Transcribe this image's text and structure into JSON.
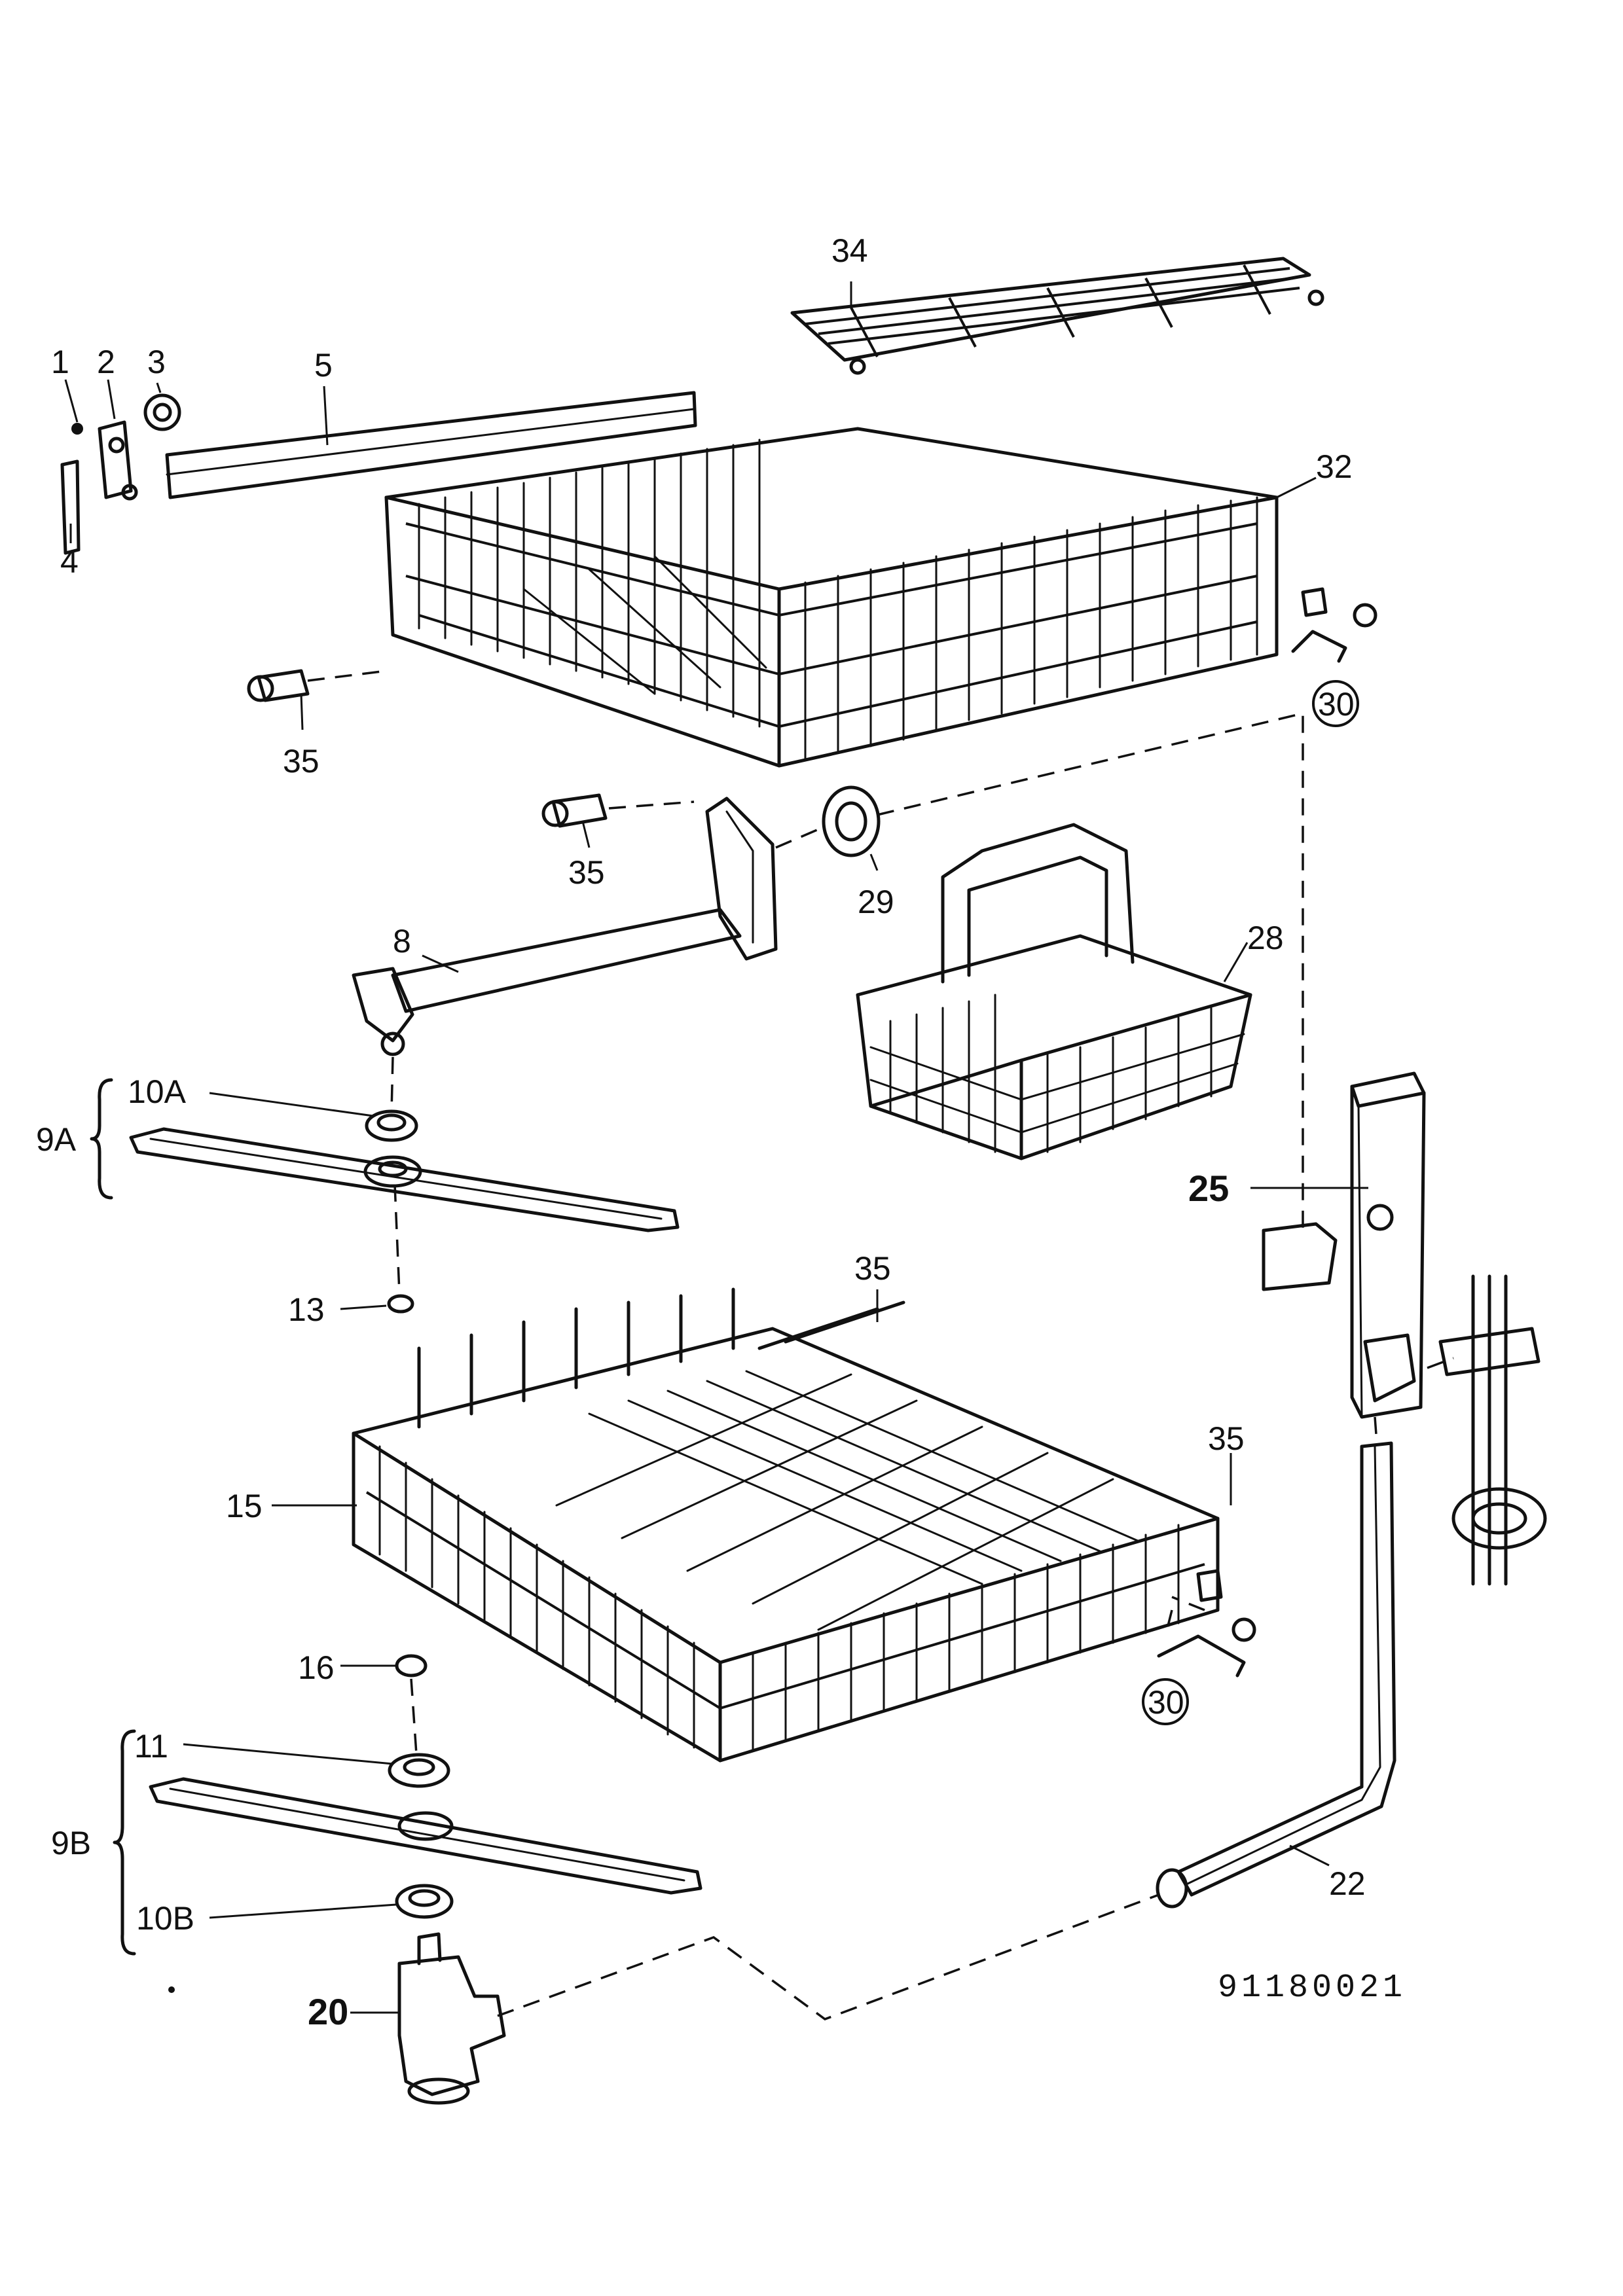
{
  "drawing_code": "91180021",
  "labels": {
    "p1": "1",
    "p2": "2",
    "p3": "3",
    "p4": "4",
    "p5": "5",
    "p8": "8",
    "p9a": "9A",
    "p9b": "9B",
    "p10a": "10A",
    "p10b": "10B",
    "p11": "11",
    "p13": "13",
    "p15": "15",
    "p16": "16",
    "p20": "20",
    "p22": "22",
    "p25": "25",
    "p28": "28",
    "p29": "29",
    "p30a": "30",
    "p30b": "30",
    "p32": "32",
    "p34": "34",
    "p35a": "35",
    "p35b": "35",
    "p35c": "35",
    "p35d": "35"
  }
}
